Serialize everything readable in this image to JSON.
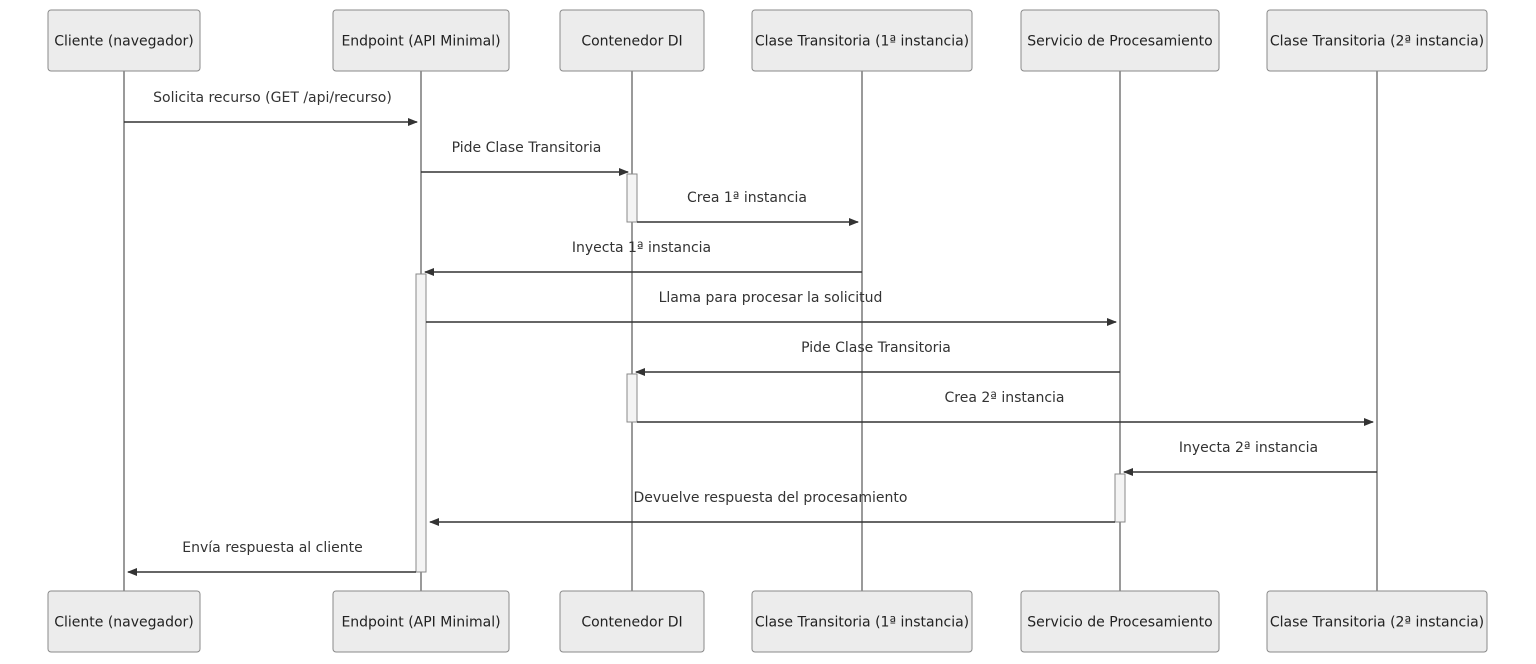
{
  "diagram": {
    "type": "sequence",
    "participants": [
      {
        "id": "cliente",
        "label": "Cliente (navegador)"
      },
      {
        "id": "endpoint",
        "label": "Endpoint (API Minimal)"
      },
      {
        "id": "di",
        "label": "Contenedor DI"
      },
      {
        "id": "t1",
        "label": "Clase Transitoria (1ª instancia)"
      },
      {
        "id": "servicio",
        "label": "Servicio de Procesamiento"
      },
      {
        "id": "t2",
        "label": "Clase Transitoria (2ª instancia)"
      }
    ],
    "messages": [
      {
        "from": "cliente",
        "to": "endpoint",
        "label": "Solicita recurso (GET /api/recurso)"
      },
      {
        "from": "endpoint",
        "to": "di",
        "label": "Pide Clase Transitoria"
      },
      {
        "from": "di",
        "to": "t1",
        "label": "Crea 1ª instancia"
      },
      {
        "from": "t1",
        "to": "endpoint",
        "label": "Inyecta 1ª instancia"
      },
      {
        "from": "endpoint",
        "to": "servicio",
        "label": "Llama para procesar la solicitud"
      },
      {
        "from": "servicio",
        "to": "di",
        "label": "Pide Clase Transitoria"
      },
      {
        "from": "di",
        "to": "t2",
        "label": "Crea 2ª instancia"
      },
      {
        "from": "t2",
        "to": "servicio",
        "label": "Inyecta 2ª instancia"
      },
      {
        "from": "servicio",
        "to": "endpoint",
        "label": "Devuelve respuesta del procesamiento"
      },
      {
        "from": "endpoint",
        "to": "cliente",
        "label": "Envía respuesta al cliente"
      }
    ],
    "activations": [
      {
        "participant": "di",
        "from_message": 1,
        "to_message": 2
      },
      {
        "participant": "endpoint",
        "from_message": 3,
        "to_message": 9
      },
      {
        "participant": "di",
        "from_message": 5,
        "to_message": 6
      },
      {
        "participant": "servicio",
        "from_message": 7,
        "to_message": 8
      }
    ]
  }
}
